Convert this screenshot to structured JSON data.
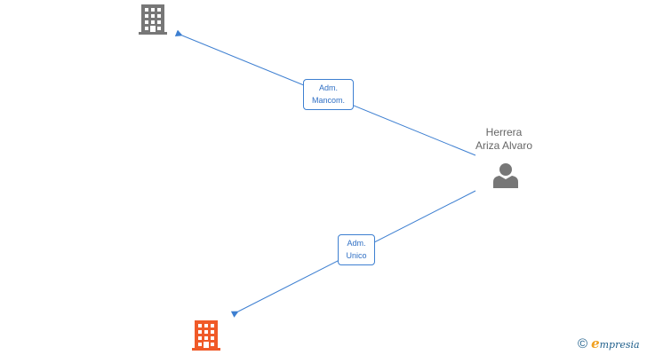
{
  "nodes": {
    "company_top": {
      "icon": "building-icon",
      "color": "#777777"
    },
    "company_bottom": {
      "icon": "building-icon",
      "color": "#f05a28"
    },
    "person": {
      "icon": "person-icon",
      "color": "#777777",
      "name_line1": "Herrera",
      "name_line2": "Ariza Alvaro"
    }
  },
  "edges": [
    {
      "from": "person",
      "to": "company_top",
      "label_line1": "Adm.",
      "label_line2": "Mancom."
    },
    {
      "from": "person",
      "to": "company_bottom",
      "label_line1": "Adm.",
      "label_line2": "Unico"
    }
  ],
  "colors": {
    "edge": "#3d7fd1",
    "edge_label_text": "#2f6fc4",
    "brand_accent": "#f0a020",
    "brand_text": "#1f5f8b"
  },
  "brand": {
    "copyright": "©",
    "first_letter": "e",
    "rest": "mpresia"
  }
}
